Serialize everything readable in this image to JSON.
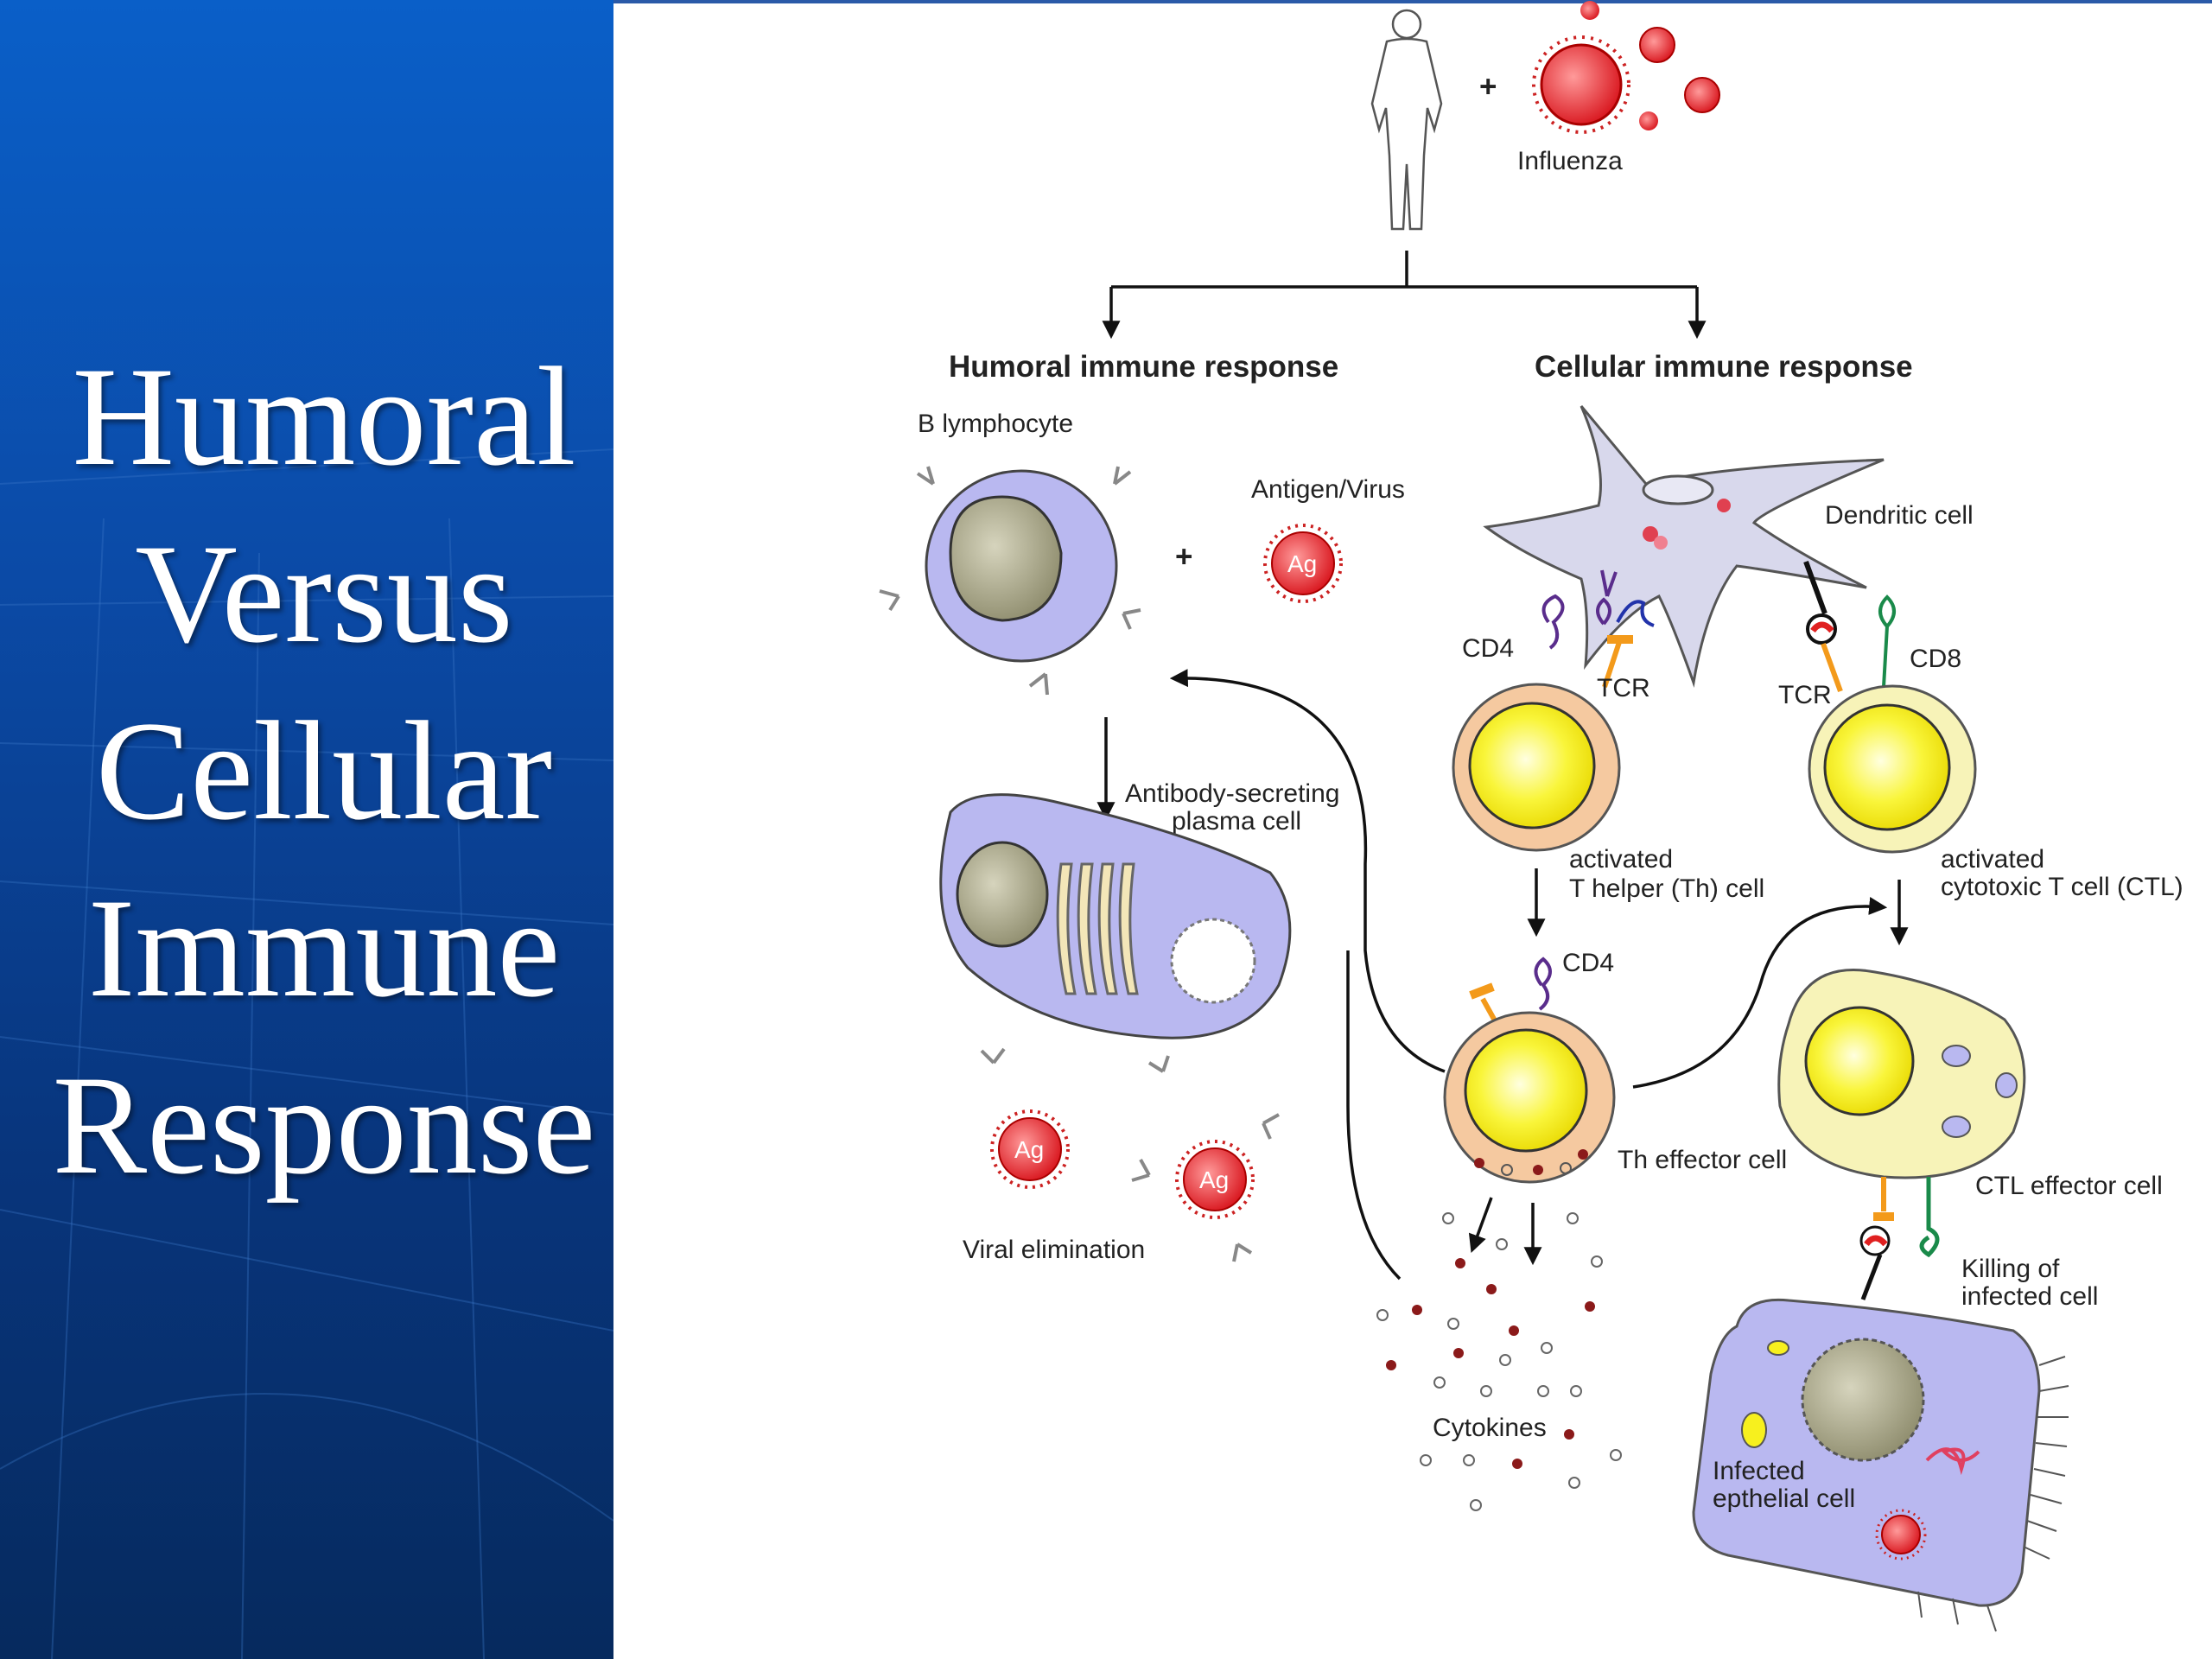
{
  "title_lines": [
    "Humoral",
    "Versus",
    "Cellular",
    "Immune",
    "Response"
  ],
  "diagram": {
    "influenza": "Influenza",
    "humoral_header": "Humoral immune response",
    "cellular_header": "Cellular immune response",
    "b_lymphocyte": "B lymphocyte",
    "antigen_virus": "Antigen/Virus",
    "ag": "Ag",
    "plasma_cell_1": "Antibody-secreting",
    "plasma_cell_2": "plasma cell",
    "viral_elimination": "Viral elimination",
    "dendritic_cell": "Dendritic cell",
    "cd4": "CD4",
    "cd8": "CD8",
    "tcr": "TCR",
    "th_cell_1": "activated",
    "th_cell_2": "T helper (Th) cell",
    "ctl_cell_1": "activated",
    "ctl_cell_2": "cytotoxic T cell (CTL)",
    "th_effector": "Th effector cell",
    "ctl_effector": "CTL effector cell",
    "killing_1": "Killing of",
    "killing_2": "infected cell",
    "cytokines": "Cytokines",
    "infected_1": "Infected",
    "infected_2": "epthelial cell",
    "plus": "+"
  },
  "colors": {
    "sidebar_blue": "#0b4aa6",
    "cell_purple": "#b9b8f0",
    "nucleus_olive": "#a9a789",
    "virus_red": "#e0262c",
    "t_cell_yellow": "#f7f01e",
    "t_cell_peach": "#f5c9a0"
  }
}
